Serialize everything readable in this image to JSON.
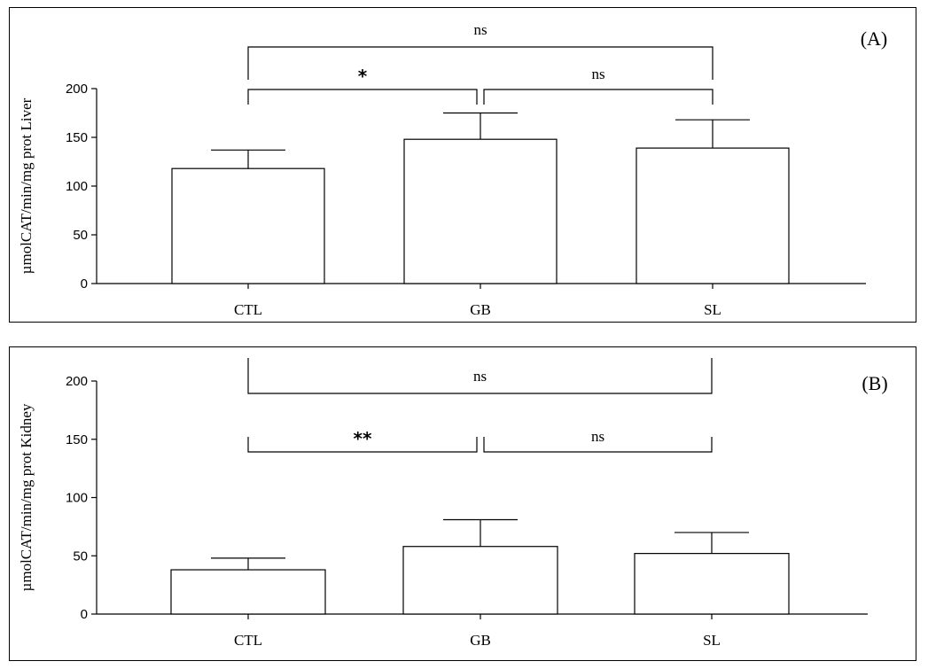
{
  "chart_data": [
    {
      "type": "bar",
      "panel_label": "(A)",
      "ylabel": "µmolCAT/min/mg prot  Liver",
      "categories": [
        "CTL",
        "GB",
        "SL"
      ],
      "values": [
        118,
        148,
        139
      ],
      "errors": [
        19,
        27,
        29
      ],
      "ylim": [
        0,
        200
      ],
      "yticks": [
        0,
        50,
        100,
        150,
        200
      ],
      "grid": false,
      "colors": {
        "bar_fill": "#ffffff",
        "stroke": "#000000"
      },
      "annotations": [
        {
          "from": "CTL",
          "to": "GB",
          "label": "*"
        },
        {
          "from": "GB",
          "to": "SL",
          "label": "ns"
        },
        {
          "from": "CTL",
          "to": "SL",
          "label": "ns"
        }
      ]
    },
    {
      "type": "bar",
      "panel_label": "(B)",
      "ylabel": "µmolCAT/min/mg prot  Kidney",
      "categories": [
        "CTL",
        "GB",
        "SL"
      ],
      "values": [
        38,
        58,
        52
      ],
      "errors": [
        10,
        23,
        18
      ],
      "ylim": [
        0,
        200
      ],
      "yticks": [
        0,
        50,
        100,
        150,
        200
      ],
      "grid": false,
      "colors": {
        "bar_fill": "#ffffff",
        "stroke": "#000000"
      },
      "annotations": [
        {
          "from": "CTL",
          "to": "GB",
          "label": "**"
        },
        {
          "from": "GB",
          "to": "SL",
          "label": "ns"
        },
        {
          "from": "CTL",
          "to": "SL",
          "label": "ns"
        }
      ]
    }
  ]
}
